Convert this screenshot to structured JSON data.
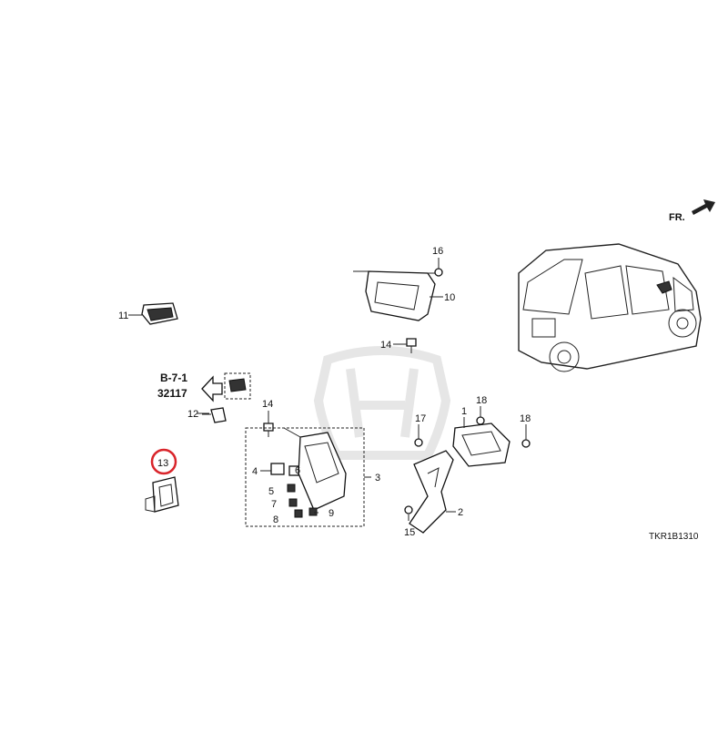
{
  "diagram": {
    "code": "TKR1B1310",
    "direction_label": "FR.",
    "reference": {
      "line1": "B-7-1",
      "line2": "32117"
    },
    "highlighted_part": "13",
    "parts": [
      "1",
      "2",
      "3",
      "4",
      "5",
      "6",
      "7",
      "8",
      "9",
      "10",
      "11",
      "12",
      "13",
      "14",
      "14",
      "15",
      "16",
      "17",
      "18",
      "18"
    ],
    "colors": {
      "highlight": "#d9252b",
      "ink": "#111111",
      "watermark": "#e6e6e6"
    }
  }
}
